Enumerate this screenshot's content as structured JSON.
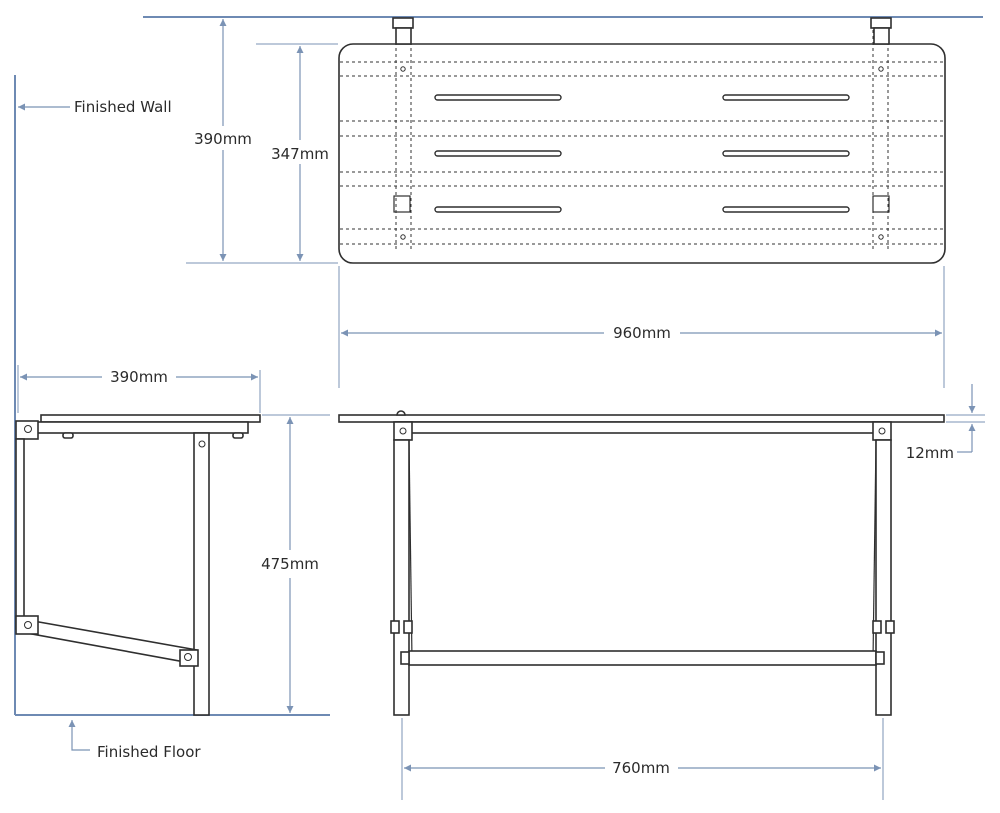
{
  "labels": {
    "finished_wall": "Finished Wall",
    "finished_floor": "Finished Floor",
    "top_depth": "390mm",
    "top_slat_depth": "347mm",
    "top_width": "960mm",
    "side_depth": "390mm",
    "side_height": "475mm",
    "seat_thickness": "12mm",
    "leg_spacing": "760mm"
  },
  "colors": {
    "dimension_line": "#7b93b5",
    "outline": "#2f2f2f",
    "text": "#2b2b2b"
  }
}
